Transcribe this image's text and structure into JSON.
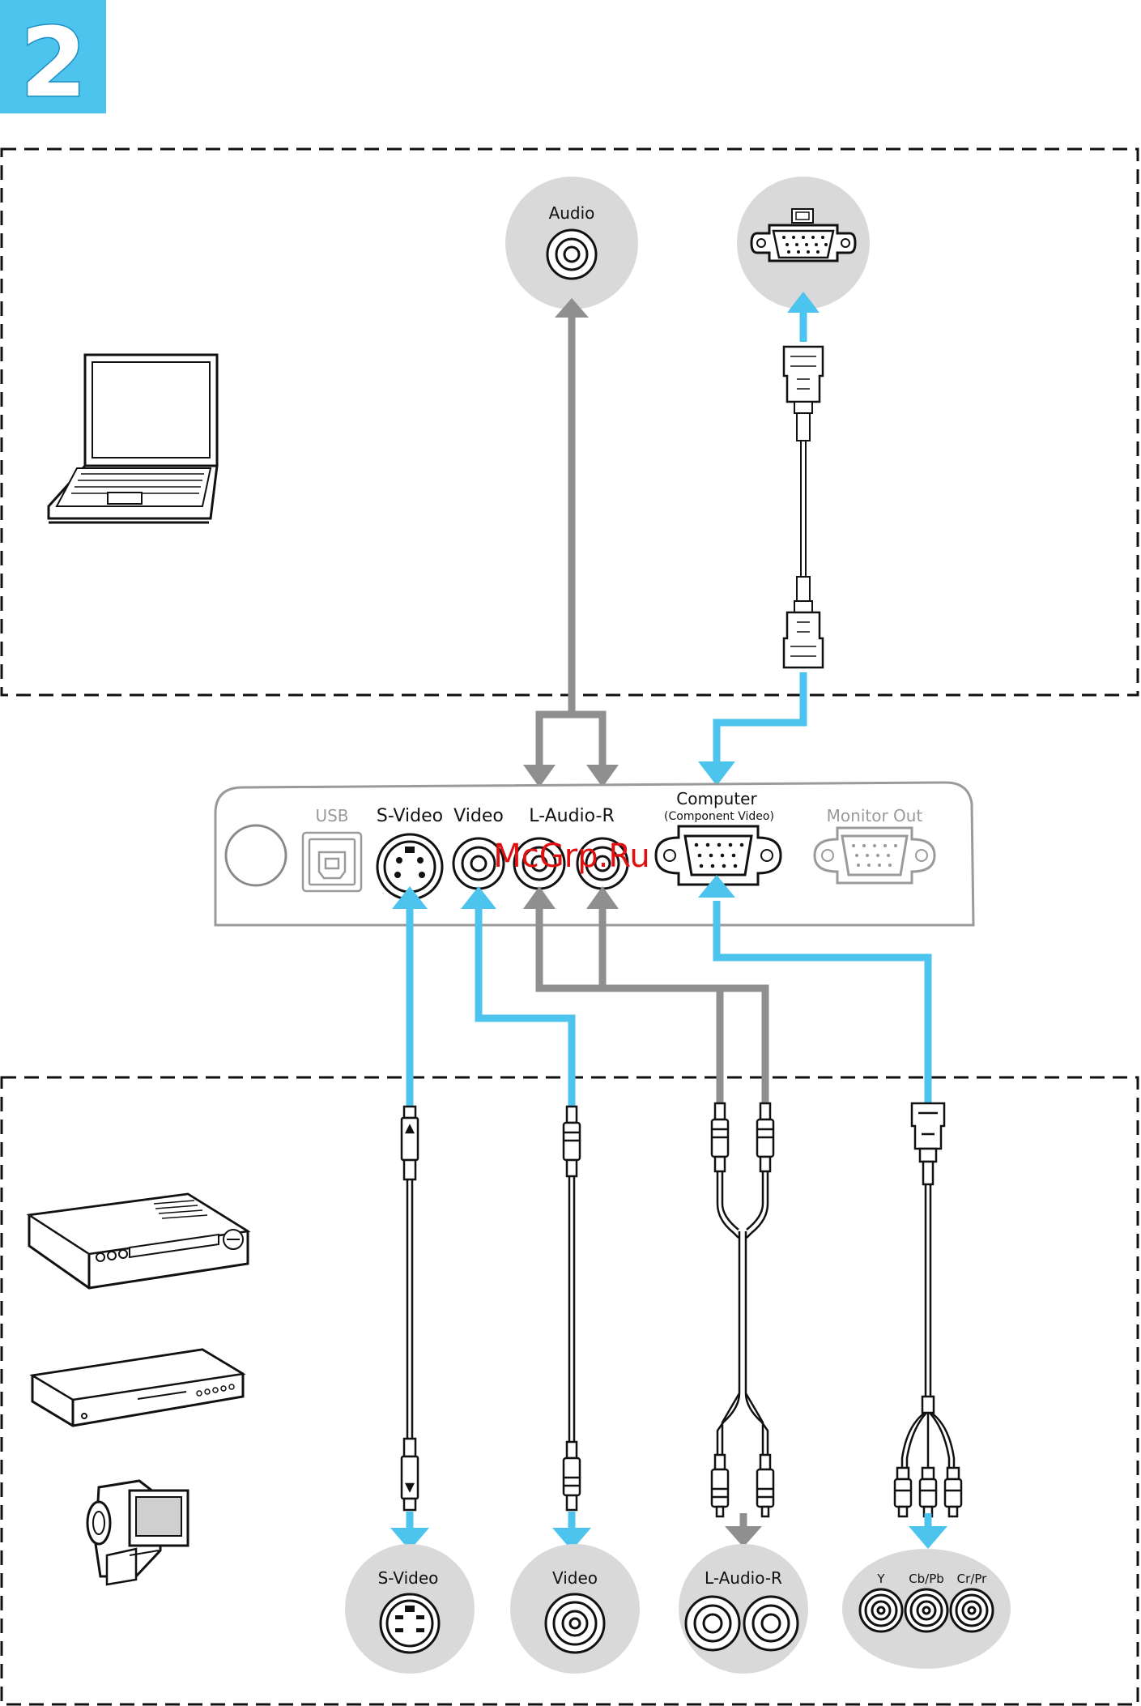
{
  "step_number": "2",
  "watermark": "McGrp.Ru",
  "colors": {
    "step_badge": "#4cc4ee",
    "blue_line": "#4cc4ee",
    "grey_line": "#8f8f8f",
    "circle_fill": "#d9d9d9",
    "watermark": "#e01010"
  },
  "computer_section": {
    "device_icon": "laptop-icon",
    "audio_port_label": "Audio",
    "monitor_port_icon": "monitor-icon"
  },
  "projector_panel": {
    "ports": {
      "usb": "USB",
      "svideo": "S-Video",
      "video": "Video",
      "audio": "L-Audio-R",
      "computer": "Computer",
      "computer_sub": "(Component Video)",
      "monitor_out": "Monitor Out"
    }
  },
  "video_section": {
    "device_icons": [
      "vcr-icon",
      "dvd-player-icon",
      "camcorder-icon"
    ],
    "bottom_ports": {
      "svideo": "S-Video",
      "video": "Video",
      "audio": "L-Audio-R",
      "y": "Y",
      "cb": "Cb/Pb",
      "cr": "Cr/Pr"
    }
  }
}
